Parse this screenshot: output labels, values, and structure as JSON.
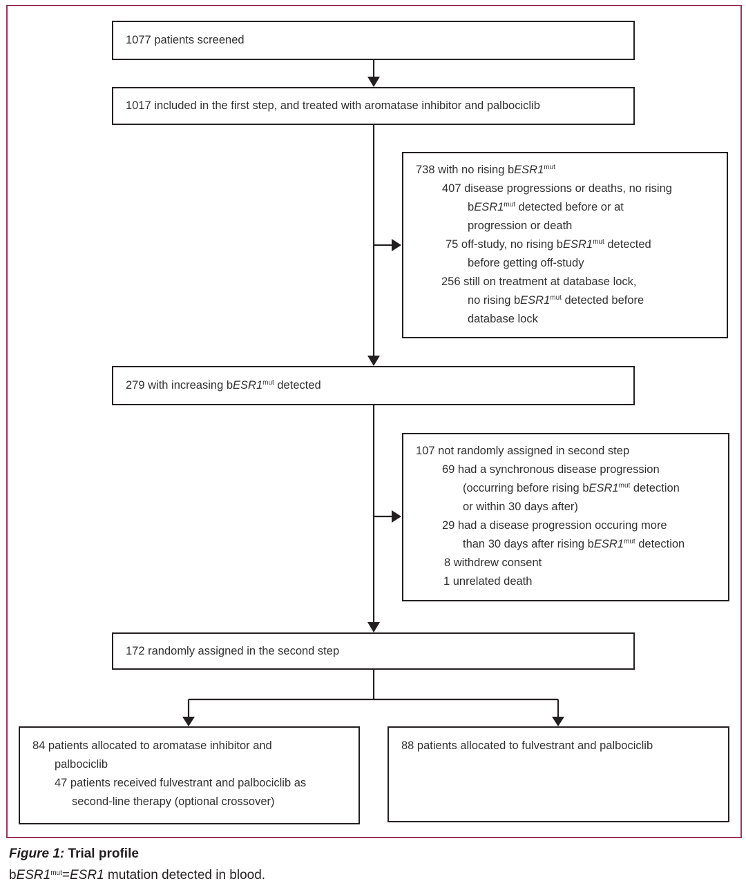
{
  "colors": {
    "frame": "#9d3558",
    "box_border": "#231f20",
    "connector": "#231f20",
    "text": "#303030"
  },
  "boxes": {
    "screened": {
      "lines": [
        {
          "ind": 0,
          "segs": [
            "1077 patients screened"
          ]
        }
      ]
    },
    "first_step": {
      "lines": [
        {
          "ind": 0,
          "segs": [
            "1017 included in the first step, and treated with aromatase inhibitor and palbociclib"
          ]
        }
      ]
    },
    "no_rising": {
      "lines": [
        {
          "ind": 0,
          "segs": [
            "738 with no rising b",
            {
              "t": "ESR1",
              "st": "i"
            },
            {
              "t": "mut",
              "st": "sup"
            }
          ]
        },
        {
          "ind": 38,
          "segs": [
            "407 disease progressions or deaths, no rising"
          ]
        },
        {
          "ind": 75,
          "segs": [
            "b",
            {
              "t": "ESR1",
              "st": "i"
            },
            {
              "t": "mut",
              "st": "sup"
            },
            " detected before or at"
          ]
        },
        {
          "ind": 75,
          "segs": [
            "progression or death"
          ]
        },
        {
          "ind": 43,
          "segs": [
            "75 off-study, no rising b",
            {
              "t": "ESR1",
              "st": "i"
            },
            {
              "t": "mut",
              "st": "sup"
            },
            " detected"
          ]
        },
        {
          "ind": 75,
          "segs": [
            "before getting off-study"
          ]
        },
        {
          "ind": 37,
          "segs": [
            "256 still on treatment at database lock,"
          ]
        },
        {
          "ind": 75,
          "segs": [
            "no rising b",
            {
              "t": "ESR1",
              "st": "i"
            },
            {
              "t": "mut",
              "st": "sup"
            },
            " detected before"
          ]
        },
        {
          "ind": 75,
          "segs": [
            "database lock"
          ]
        }
      ]
    },
    "increasing": {
      "lines": [
        {
          "ind": 0,
          "segs": [
            "279 with increasing b",
            {
              "t": "ESR1",
              "st": "i"
            },
            {
              "t": "mut",
              "st": "sup"
            },
            " detected"
          ]
        }
      ]
    },
    "not_randomized": {
      "lines": [
        {
          "ind": 0,
          "segs": [
            "107 not randomly assigned in second step"
          ]
        },
        {
          "ind": 38,
          "segs": [
            "69 had a synchronous disease progression"
          ]
        },
        {
          "ind": 68,
          "segs": [
            "(occurring before rising b",
            {
              "t": "ESR1",
              "st": "i"
            },
            {
              "t": "mut",
              "st": "sup"
            },
            " detection"
          ]
        },
        {
          "ind": 68,
          "segs": [
            "or within 30 days after)"
          ]
        },
        {
          "ind": 38,
          "segs": [
            "29 had a disease progression occuring more"
          ]
        },
        {
          "ind": 68,
          "segs": [
            "than 30 days after rising b",
            {
              "t": "ESR1",
              "st": "i"
            },
            {
              "t": "mut",
              "st": "sup"
            },
            " detection"
          ]
        },
        {
          "ind": 41,
          "segs": [
            "8 withdrew consent"
          ]
        },
        {
          "ind": 40,
          "segs": [
            "1 unrelated death"
          ]
        }
      ]
    },
    "randomized": {
      "lines": [
        {
          "ind": 0,
          "segs": [
            "172 randomly assigned in the second step"
          ]
        }
      ]
    },
    "ai_palbociclib": {
      "lines": [
        {
          "ind": 0,
          "segs": [
            "84 patients allocated to aromatase inhibitor and"
          ]
        },
        {
          "ind": 32,
          "segs": [
            "palbociclib"
          ]
        },
        {
          "ind": 32,
          "segs": [
            "47 patients received fulvestrant and palbociclib as"
          ]
        },
        {
          "ind": 57,
          "segs": [
            "second-line therapy (optional crossover)"
          ]
        }
      ]
    },
    "fulvestrant_palbociclib": {
      "lines": [
        {
          "ind": 0,
          "segs": [
            "88 patients allocated to fulvestrant and palbociclib"
          ]
        }
      ]
    }
  },
  "caption": {
    "line1": [
      {
        "t": "Figure 1:",
        "st": "bi"
      },
      {
        "t": " Trial profile",
        "st": "b"
      }
    ],
    "line2": [
      "b",
      {
        "t": "ESR1",
        "st": "i"
      },
      {
        "t": "mut",
        "st": "sup"
      },
      "=",
      {
        "t": "ESR1",
        "st": "i"
      },
      " mutation detected in blood."
    ]
  }
}
